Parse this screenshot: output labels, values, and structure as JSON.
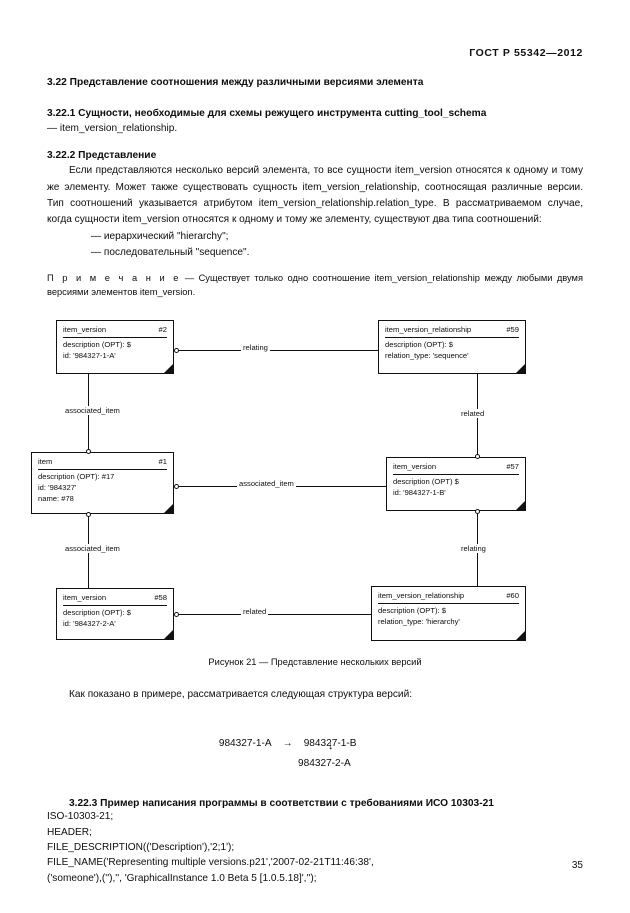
{
  "header": {
    "standard": "ГОСТ Р 55342—2012"
  },
  "sections": {
    "s322_title": "3.22 Представление соотношения между различными версиями элемента",
    "s3221_title": "3.22.1 Сущности, необходимые для схемы режущего инструмента cutting_tool_schema",
    "s3221_item": "— item_version_relationship.",
    "s3222_title": "3.22.2 Представление",
    "s3222_body": "Если представляются несколько версий элемента, то все сущности item_version относятся к одному и тому же элементу. Может также существовать сущность item_version_relationship, соотносящая различные версии. Тип соотношений указывается атрибутом item_version_relationship.relation_type. В рассматриваемом случае, когда сущности item_version относятся к одному и тому же элементу, существуют два типа соотношений:",
    "bullet1": "— иерархический \"hierarchy\";",
    "bullet2": "— последовательный \"sequence\".",
    "note_label": "П р и м е ч а н и е",
    "note_text": " — Существует только одно соотношение item_version_relationship между любыми двумя версиями элементов item_version."
  },
  "diagram": {
    "boxes": [
      {
        "id": "item_version_2",
        "name": "item_version",
        "ref": "#2",
        "attrs": [
          "description (OPT): $",
          "id: '984327-1-A'"
        ]
      },
      {
        "id": "item_version_relationship_59",
        "name": "item_version_relationship",
        "ref": "#59",
        "attrs": [
          "description (OPT): $",
          "relation_type: 'sequence'"
        ]
      },
      {
        "id": "item_1",
        "name": "item",
        "ref": "#1",
        "attrs": [
          "description (OPT): #17",
          "id: '984327'",
          "name: #78"
        ]
      },
      {
        "id": "item_version_57",
        "name": "item_version",
        "ref": "#57",
        "attrs": [
          "description (OPT) $",
          "id: '984327-1-B'"
        ]
      },
      {
        "id": "item_version_58",
        "name": "item_version",
        "ref": "#58",
        "attrs": [
          "description (OPT): $",
          "id: '984327-2-A'"
        ]
      },
      {
        "id": "item_version_relationship_60",
        "name": "item_version_relationship",
        "ref": "#60",
        "attrs": [
          "description (OPT): $",
          "relation_type: 'hierarchy'"
        ]
      }
    ],
    "edges": {
      "relating_top": "relating",
      "associated_item_left_top": "associated_item",
      "related_right_top": "related",
      "associated_item_middle": "associated_item",
      "associated_item_left_bottom": "associated_item",
      "relating_right_bottom": "relating",
      "related_bottom": "related"
    }
  },
  "figure": {
    "caption": "Рисунок 21 — Представление нескольких версий"
  },
  "after_figure": {
    "lead_in": "Как показано в примере, рассматривается следующая структура версий:",
    "version_from": "984327-1-A",
    "arrow_right": "→",
    "version_to": "984327-1-B",
    "arrow_down": "↓",
    "version_child": "984327-2-A"
  },
  "code_block": {
    "title": "3.22.3 Пример написания программы в соответствии с требованиями  ИСО 10303-21",
    "lines": [
      "ISO-10303-21;",
      "HEADER;",
      "FILE_DESCRIPTION(('Description'),'2;1');",
      "FILE_NAME('Representing multiple versions.p21','2007-02-21T11:46:38',",
      "('someone'),(''),'', 'GraphicalInstance 1.0 Beta 5 [1.0.5.18]','');"
    ]
  },
  "footer": {
    "page_number": "35"
  }
}
